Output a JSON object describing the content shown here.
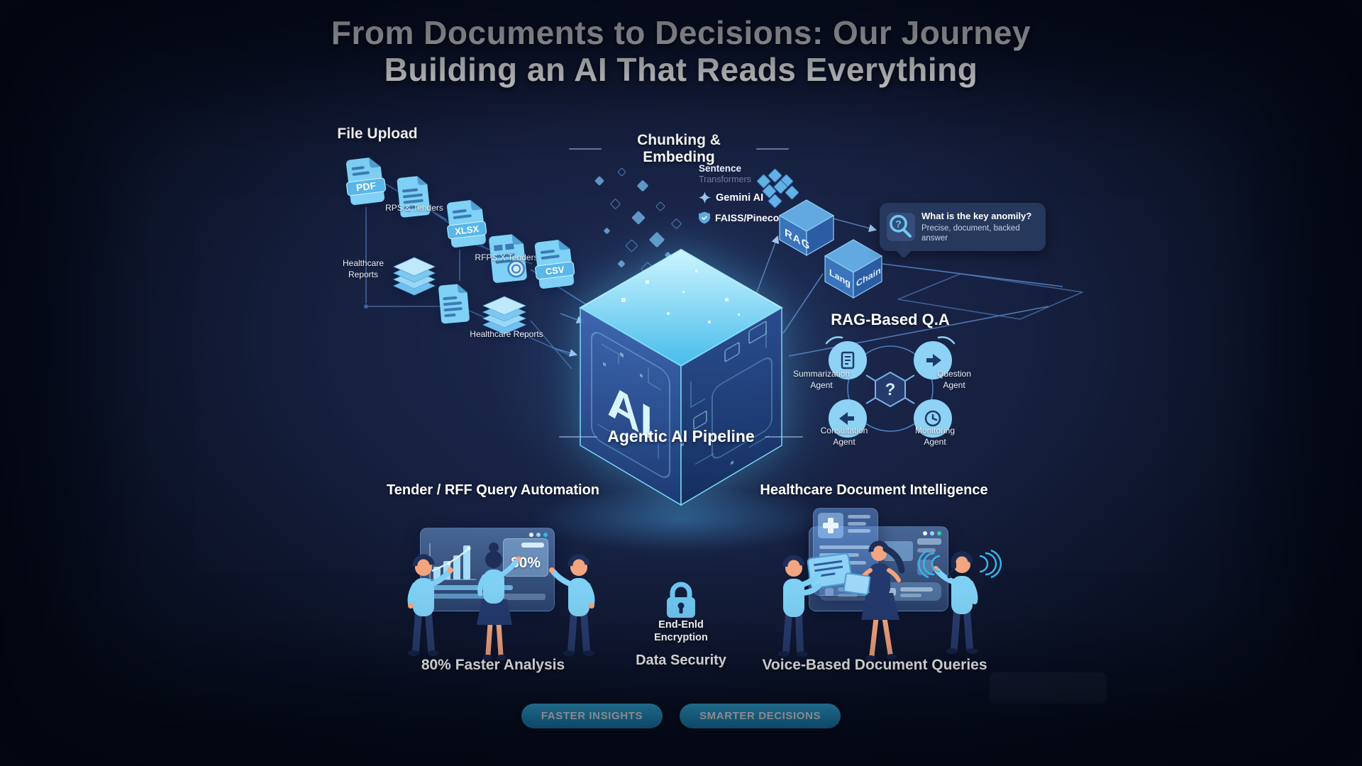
{
  "colors": {
    "background": "#16203f",
    "button_blue": "#29a7da",
    "icon_blue": "#7fd1f5",
    "cube_glow_cyan": "#59c8f0",
    "panel_blue": "#6ea0e6",
    "line_blue": "#41639c"
  },
  "icons": {
    "gemini": "sparkle",
    "vector_db": "shield",
    "tooltip": "magnifier-question",
    "security": "lock",
    "agents": [
      "document",
      "arrow-right",
      "arrow-left",
      "clock"
    ],
    "qa_center": "question-hexagon"
  },
  "title": {
    "line1": "From Documents to Decisions: Our Journey",
    "line2": "Building an AI That Reads Everything"
  },
  "file_upload": {
    "heading": "File Upload",
    "pdf_label": "PDF",
    "xlsx_label": "XLSX",
    "csv_label": "CSV",
    "rps_tenders_label": "RPS & Tenders",
    "rfps_tenders_label": "RFPS X Tenders",
    "healthcare_reports_label_1": "Healthcare Reports",
    "healthcare_reports_label_2": "Healthcare Reports"
  },
  "chunking": {
    "heading": "Chunking & Embeding",
    "sentence_line1": "Sentence",
    "sentence_line2": "Transformers",
    "gemini_label": "Gemini AI",
    "vector_db_label": "FAISS/Pinecone"
  },
  "ai_cube": {
    "label": "AI"
  },
  "rag_pipeline": {
    "rag_cube_label": "RAG",
    "langchain_left": "Lang",
    "langchain_right": "Chain",
    "tooltip_question": "What is the key anomily?",
    "tooltip_answer": "Precise, document, backed answer"
  },
  "rag_qa": {
    "heading": "RAG-Based Q.A",
    "center_symbol": "?",
    "agents": [
      {
        "line1": "Summarization",
        "line2": "Agent"
      },
      {
        "line1": "Question",
        "line2": "Agent"
      },
      {
        "line1": "Consultation",
        "line2": "Agent"
      },
      {
        "line1": "Monitoring",
        "line2": "Agent"
      }
    ]
  },
  "agentic": {
    "heading": "Agentic AI Pipeline"
  },
  "tender": {
    "heading": "Tender / RFF Query Automation",
    "stat_value": "80%",
    "caption": "80% Faster Analysis"
  },
  "security": {
    "label_line1": "End-Enld",
    "label_line2": "Encryption",
    "caption": "Data Security"
  },
  "healthcare": {
    "heading": "Healthcare Document Intelligence",
    "caption": "Voice-Based Document Queries"
  },
  "footer": {
    "buttons": [
      {
        "label": "FASTER INSIGHTS"
      },
      {
        "label": "SMARTER DECISIONS"
      }
    ]
  }
}
